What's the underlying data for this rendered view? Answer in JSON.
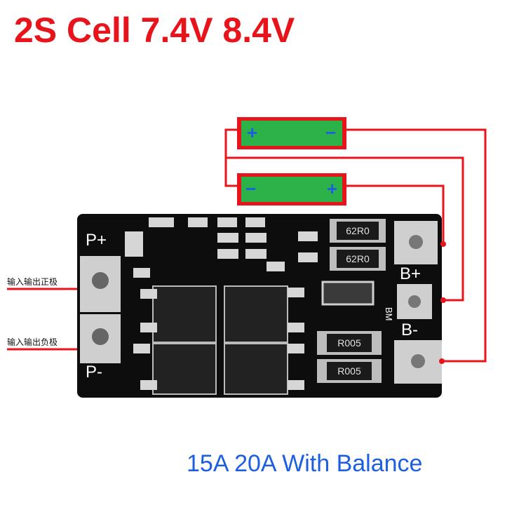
{
  "title": "2S Cell 7.4V 8.4V",
  "subtitle": "15A 20A With Balance",
  "labels": {
    "p_plus": "P+",
    "p_minus": "P-",
    "b_plus": "B+",
    "b_minus": "B-",
    "bm": "BM",
    "input_positive": "输入输出正极",
    "input_negative": "输入输出负极"
  },
  "battery_top": {
    "left_sign": "+",
    "right_sign": "−"
  },
  "battery_bottom": {
    "left_sign": "−",
    "right_sign": "+"
  },
  "resistors": [
    "62R0",
    "62R0",
    "R005",
    "R005"
  ],
  "colors": {
    "title": "#e8141b",
    "subtitle": "#1e5fe0",
    "wire": "#e8141b",
    "battery": "#2bb34a",
    "board": "#0d0d0d"
  }
}
